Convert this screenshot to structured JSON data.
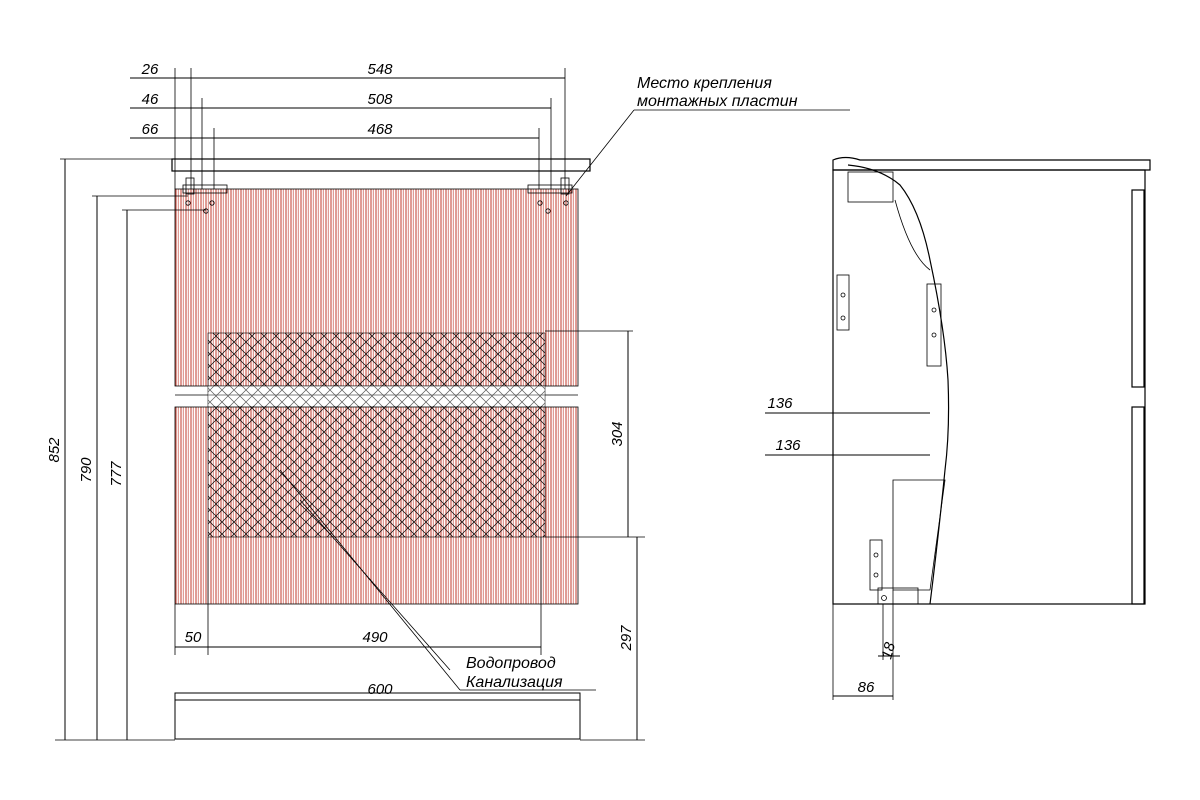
{
  "colors": {
    "stripe": "#c0392b",
    "line": "#000000",
    "background": "#ffffff"
  },
  "front_view": {
    "top_dims": [
      "26",
      "548",
      "46",
      "508",
      "66",
      "468"
    ],
    "height_dims": [
      "852",
      "790",
      "777"
    ],
    "bottom_dims": [
      "50",
      "490",
      "600"
    ],
    "right_dims": [
      "304",
      "297"
    ],
    "note_mount_line1": "Место крепления",
    "note_mount_line2": "монтажных пластин",
    "note_water": "Водопровод",
    "note_sewer": "Канализация"
  },
  "side_view": {
    "dim_136_a": "136",
    "dim_136_b": "136",
    "dim_18": "18",
    "dim_86": "86"
  }
}
